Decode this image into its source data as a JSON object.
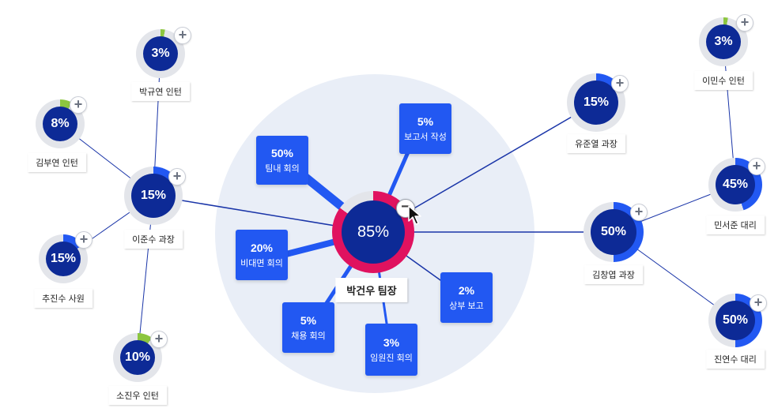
{
  "center": {
    "name": "박건우 팀장",
    "pct": "85%",
    "value": 85
  },
  "tasks": [
    {
      "id": "t1",
      "pct": "50%",
      "name": "팀내 회의",
      "value": 50
    },
    {
      "id": "t2",
      "pct": "5%",
      "name": "보고서 작성",
      "value": 5
    },
    {
      "id": "t3",
      "pct": "20%",
      "name": "비대면 회의",
      "value": 20
    },
    {
      "id": "t4",
      "pct": "2%",
      "name": "상부 보고",
      "value": 2
    },
    {
      "id": "t5",
      "pct": "5%",
      "name": "채용 회의",
      "value": 5
    },
    {
      "id": "t6",
      "pct": "3%",
      "name": "임원진 회의",
      "value": 3
    }
  ],
  "people": [
    {
      "id": "p1",
      "name": "박규연 인턴",
      "pct": "3%",
      "value": 3
    },
    {
      "id": "p2",
      "name": "김부연 인턴",
      "pct": "8%",
      "value": 8
    },
    {
      "id": "p3",
      "name": "이준수 과장",
      "pct": "15%",
      "value": 15
    },
    {
      "id": "p4",
      "name": "추진수 사원",
      "pct": "15%",
      "value": 15
    },
    {
      "id": "p5",
      "name": "소진우 인턴",
      "pct": "10%",
      "value": 10
    },
    {
      "id": "p6",
      "name": "유준열 과장",
      "pct": "15%",
      "value": 15
    },
    {
      "id": "p7",
      "name": "이민수 인턴",
      "pct": "3%",
      "value": 3
    },
    {
      "id": "p8",
      "name": "민서준 대리",
      "pct": "45%",
      "value": 45
    },
    {
      "id": "p9",
      "name": "김창엽 과장",
      "pct": "50%",
      "value": 50
    },
    {
      "id": "p10",
      "name": "진연수 대리",
      "pct": "50%",
      "value": 50
    }
  ],
  "colors": {
    "core": "#0d2a96",
    "progress_blue": "#2258f2",
    "progress_green": "#8cc63f",
    "progress_pink": "#e0125f",
    "ring_track": "#e3e5ea",
    "task_box": "#2258f2",
    "link": "#1a35a8"
  },
  "icons": {
    "expand": "plus-icon",
    "collapse": "minus-icon",
    "pointer": "cursor-arrow-icon"
  },
  "controls": {
    "expand_symbol": "+",
    "collapse_symbol": "−"
  }
}
